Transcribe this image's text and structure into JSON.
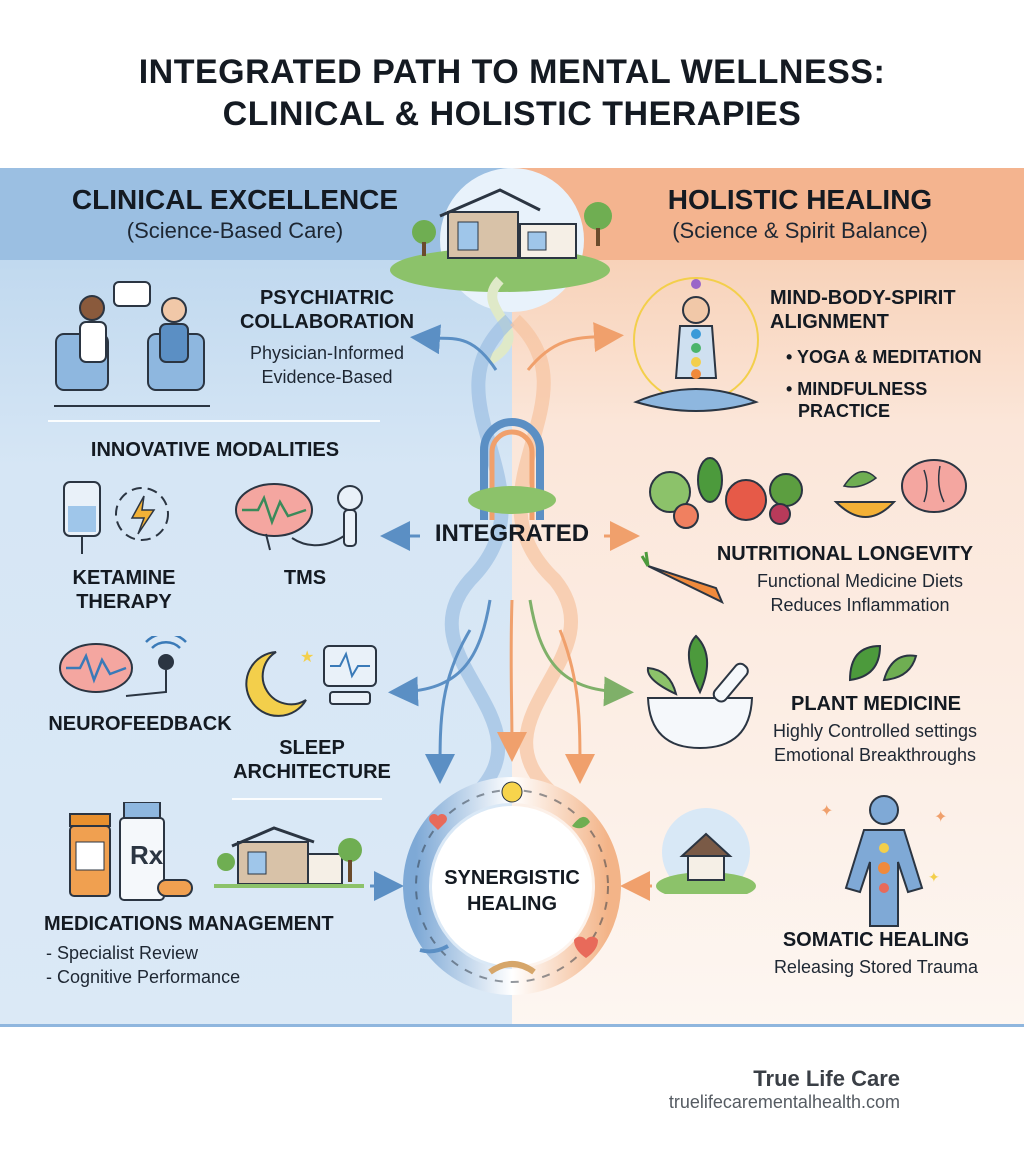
{
  "title": {
    "line1": "INTEGRATED PATH TO MENTAL WELLNESS:",
    "line2": "CLINICAL & HOLISTIC THERAPIES"
  },
  "left": {
    "heading": "CLINICAL EXCELLENCE",
    "subheading": "(Science-Based Care)",
    "psychiatric": {
      "title1": "PSYCHIATRIC",
      "title2": "COLLABORATION",
      "line1": "Physician-Informed",
      "line2": "Evidence-Based"
    },
    "innovative": "INNOVATIVE MODALITIES",
    "ketamine": {
      "l1": "KETAMINE",
      "l2": "THERAPY"
    },
    "tms": "TMS",
    "neurofeedback": "NEUROFEEDBACK",
    "sleep": {
      "l1": "SLEEP",
      "l2": "ARCHITECTURE"
    },
    "medications": {
      "title": "MEDICATIONS MANAGEMENT",
      "b1": "- Specialist Review",
      "b2": "- Cognitive Performance"
    }
  },
  "right": {
    "heading": "HOLISTIC HEALING",
    "subheading": "(Science & Spirit Balance)",
    "mbs": {
      "title1": "MIND-BODY-SPIRIT",
      "title2": "ALIGNMENT",
      "b1": "• YOGA & MEDITATION",
      "b2": "• MINDFULNESS",
      "b3": "PRACTICE"
    },
    "nutrition": {
      "title": "NUTRITIONAL LONGEVITY",
      "line1": "Functional Medicine Diets",
      "line2": "Reduces Inflammation"
    },
    "plant": {
      "title": "PLANT MEDICINE",
      "line1": "Highly Controlled settings",
      "line2": "Emotional Breakthroughs"
    },
    "somatic": {
      "title": "SOMATIC HEALING",
      "line1": "Releasing Stored Trauma"
    }
  },
  "center": {
    "integrated": "INTEGRATED",
    "synergy1": "SYNERGISTIC",
    "synergy2": "HEALING"
  },
  "footer": {
    "brand": "True Life Care",
    "site": "truelifecarementalhealth.com"
  },
  "colors": {
    "clinical_blue": "#5b8fc4",
    "holistic_orange": "#f0a06c",
    "green": "#7fb069"
  }
}
